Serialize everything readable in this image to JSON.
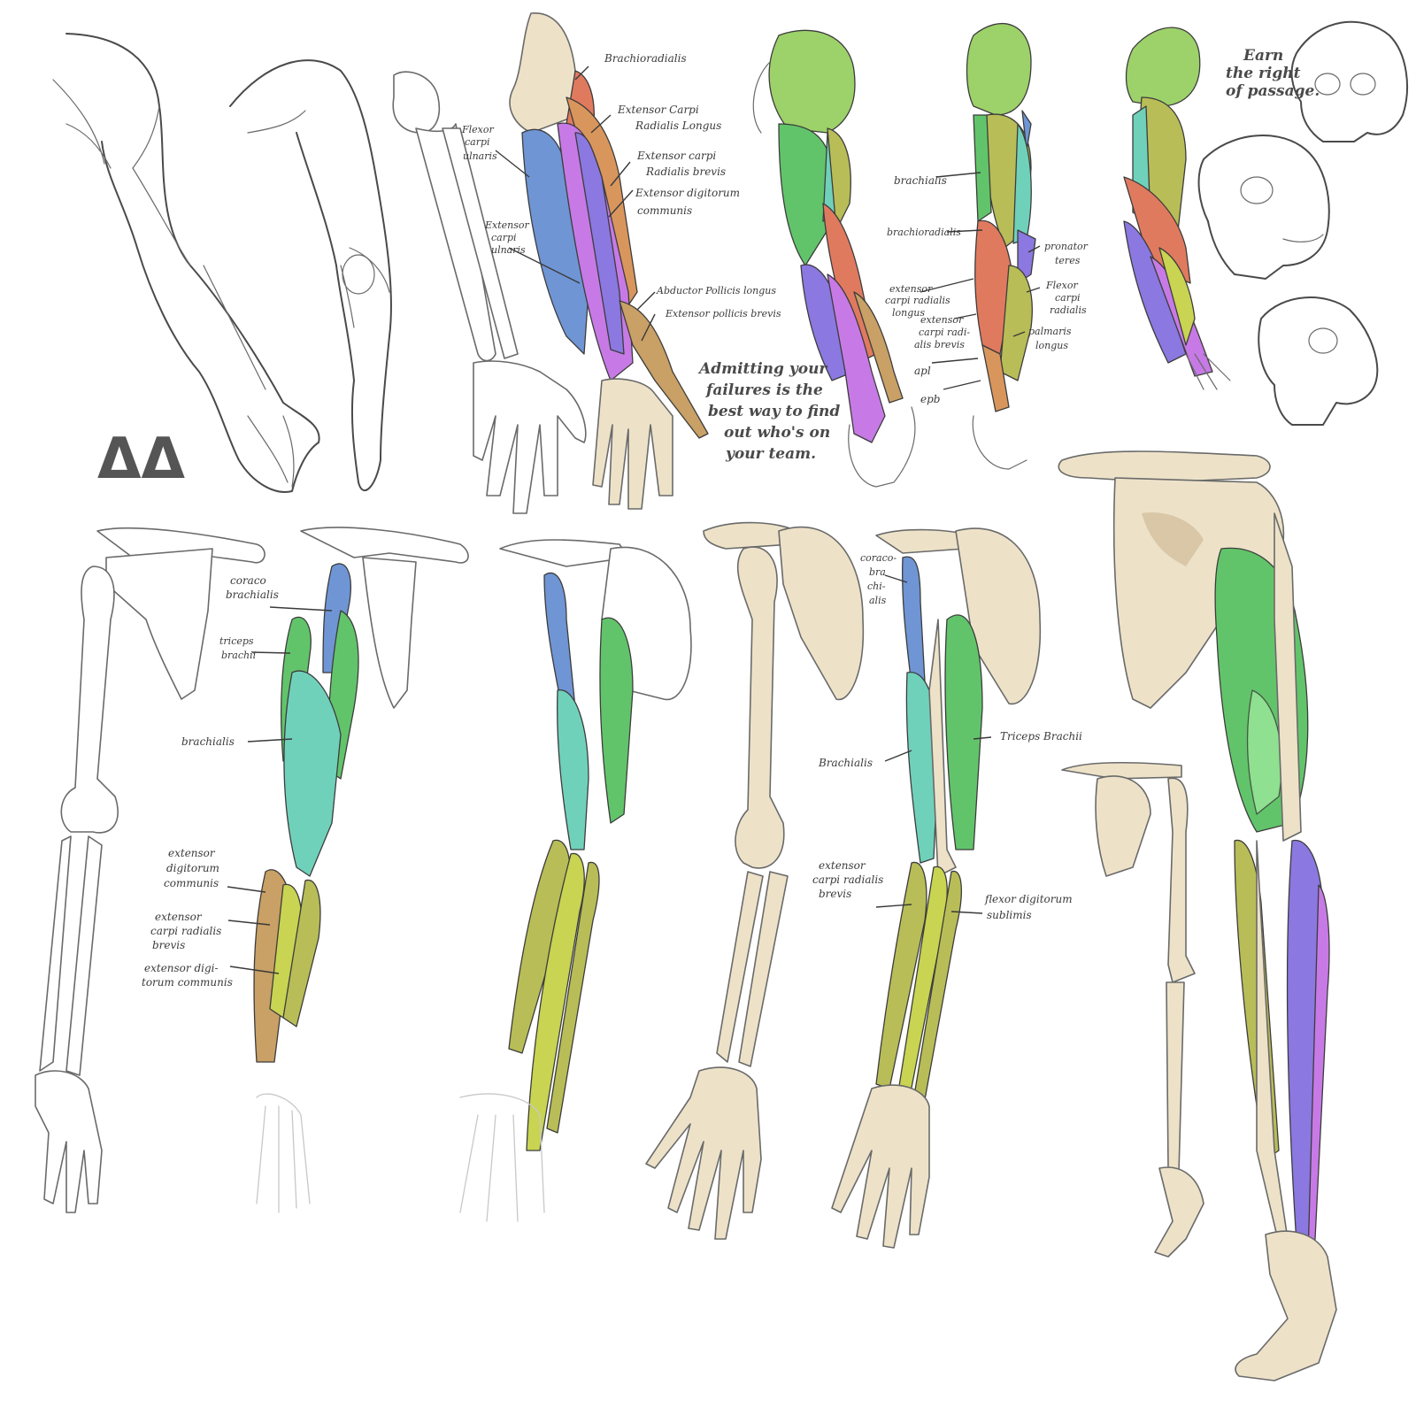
{
  "palette": {
    "bone": "#ede2c8",
    "bone_shadow": "#cdb691",
    "line": "#4a4a4a",
    "deltoid": "#9dd16a",
    "biceps_green": "#62c46a",
    "brachialis_teal": "#70d1bb",
    "coracobrachialis_blue": "#6f95d4",
    "brachioradialis_red": "#e07a5f",
    "ecr_orange": "#d9965c",
    "extensor_purple": "#c77ae6",
    "extensor_violet": "#8b78e0",
    "flexor_olive": "#b8bd57",
    "flexor_yellowgreen": "#c8d452",
    "tendon_tan": "#c9a065"
  },
  "logo_marks": "ΔΔ",
  "quotes": {
    "failures": [
      "Admitting your",
      "failures is the",
      "best way to find",
      "out who's on",
      "your team."
    ],
    "passage": [
      "Earn",
      "the right",
      "of passage."
    ]
  },
  "labels": {
    "brachioradialis": "Brachioradialis",
    "ecrl": [
      "Extensor Carpi",
      "Radialis Longus"
    ],
    "ecrb": [
      "Extensor carpi",
      "Radialis brevis"
    ],
    "edc": [
      "Extensor digitorum",
      "communis"
    ],
    "fcu": [
      "Flexor",
      "carpi",
      "ulnaris"
    ],
    "ecu": [
      "Extensor",
      "carpi",
      "ulnaris"
    ],
    "apl_long": "Abductor Pollicis longus",
    "epb_long": "Extensor pollicis brevis",
    "brachialis_r": "brachialis",
    "brachioradialis_r": "brachioradialis",
    "ecrl_r": [
      "extensor",
      "carpi radialis",
      "longus"
    ],
    "ecrb_r": [
      "extensor",
      "carpi radi-",
      "alis brevis"
    ],
    "apl": "apl",
    "epb": "epb",
    "pronator": [
      "pronator",
      "teres"
    ],
    "fcr": [
      "Flexor",
      "carpi",
      "radialis"
    ],
    "palmaris": [
      "palmaris",
      "longus"
    ],
    "coraco_l": [
      "coraco",
      "brachialis"
    ],
    "triceps_l": [
      "triceps",
      "brachii"
    ],
    "brachialis_l": "brachialis",
    "edc_l": [
      "extensor",
      "digitorum",
      "communis"
    ],
    "ecrb_l": [
      "extensor",
      "carpi radialis",
      "brevis"
    ],
    "edc2_l": [
      "extensor digi-",
      "torum communis"
    ],
    "coraco_m": [
      "coraco-",
      "bra",
      "chi-",
      "alis"
    ],
    "triceps_m": "Triceps Brachii",
    "brachialis_m": "Brachialis",
    "ecrb_m": [
      "extensor",
      "carpi radialis",
      "brevis"
    ],
    "fds_m": [
      "flexor digitorum",
      "sublimis"
    ]
  }
}
